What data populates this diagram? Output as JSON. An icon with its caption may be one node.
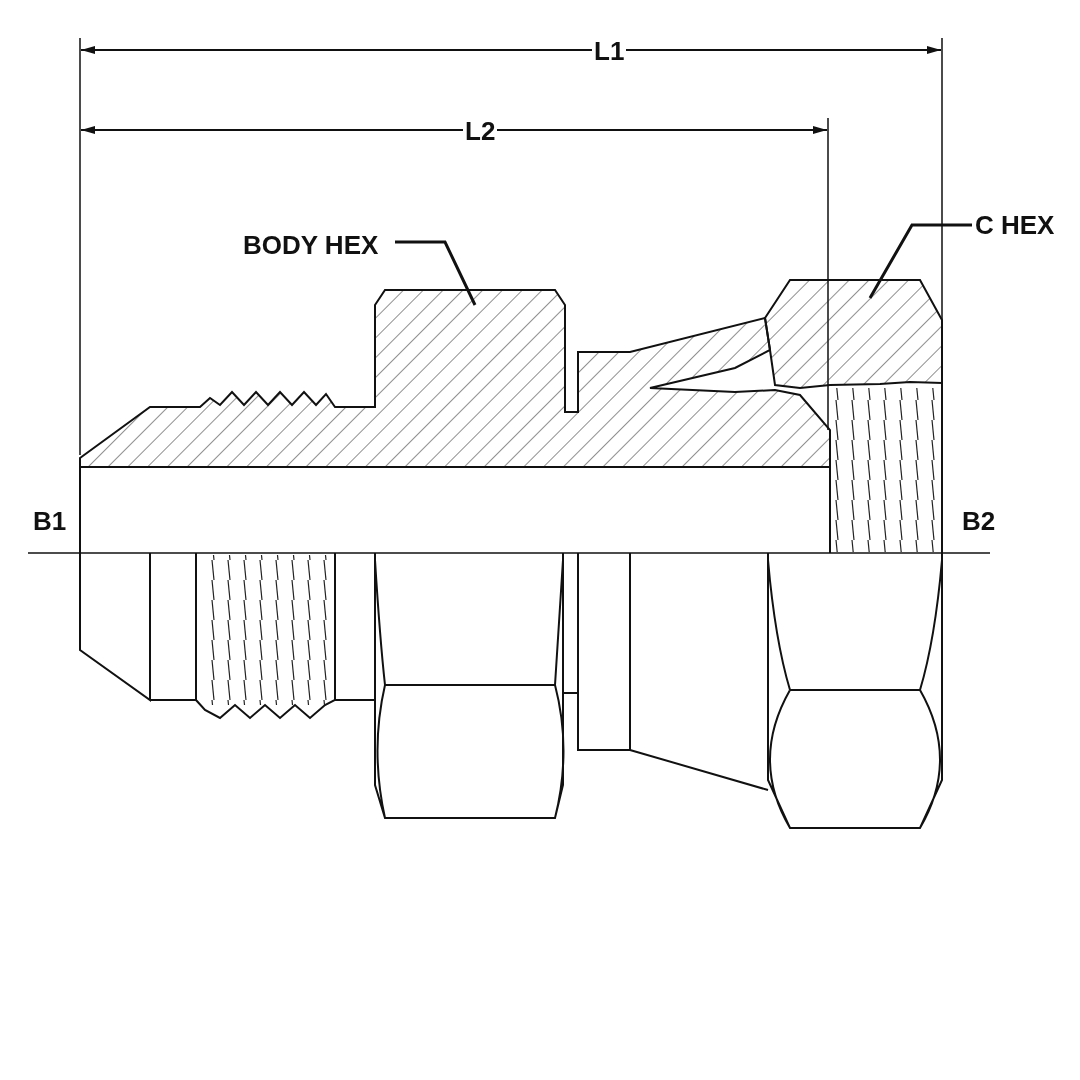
{
  "diagram": {
    "nodes": [
      {
        "text": [
          "BODY HEX"
        ]
      },
      {
        "text": [],
        "shape": "picture"
      },
      {
        "text": [
          "C HEX"
        ]
      },
      {
        "text": [],
        "shape": "picture"
      }
    ],
    "edges": [
      {
        "from": 0,
        "to": 1,
        "arrow": "none"
      },
      {
        "from": 2,
        "to": 3,
        "arrow": "none"
      }
    ],
    "labels": [
      "L1",
      "L2",
      "B1",
      "B2"
    ]
  }
}
